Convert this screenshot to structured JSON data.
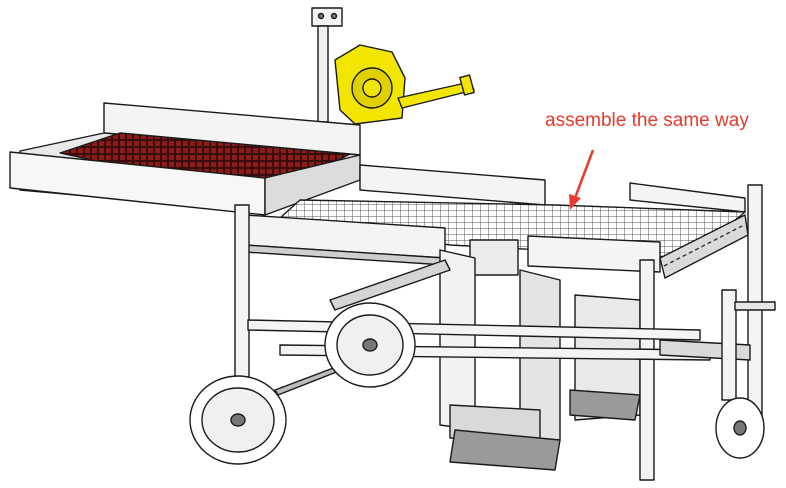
{
  "annotation": {
    "text": "assemble the same way",
    "color": "#e8392d"
  },
  "colors": {
    "line": "#1a1a1a",
    "frame_fill": "#f4f4f4",
    "shade": "#d9d9d9",
    "dark_shade": "#9a9a9a",
    "mesh_red": "#8b1a1a",
    "winch_yellow": "#f2e600"
  },
  "parts": [
    "winch-icon",
    "loading-table",
    "roller-conveyor-left",
    "roller-conveyor-right",
    "splitter-box",
    "frame",
    "wheel-left-front",
    "wheel-left-rear",
    "jockey-wheel"
  ]
}
